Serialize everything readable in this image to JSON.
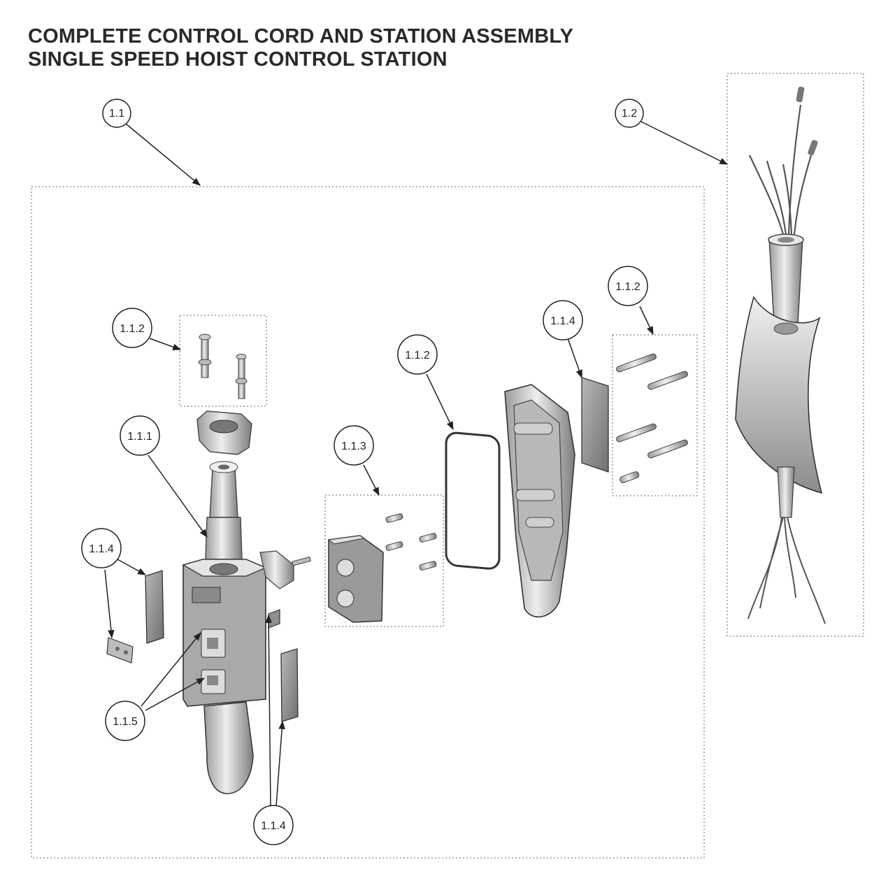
{
  "title": {
    "line1": "COMPLETE CONTROL CORD AND STATION ASSEMBLY",
    "line2": "SINGLE SPEED HOIST CONTROL STATION"
  },
  "callouts": {
    "c_1_1": "1.1",
    "c_1_2": "1.2",
    "c_1_1_1": "1.1.1",
    "c_1_1_2_a": "1.1.2",
    "c_1_1_2_b": "1.1.2",
    "c_1_1_2_c": "1.1.2",
    "c_1_1_3": "1.1.3",
    "c_1_1_4_a": "1.1.4",
    "c_1_1_4_b": "1.1.4",
    "c_1_1_4_c": "1.1.4",
    "c_1_1_5": "1.1.5"
  },
  "colors": {
    "line": "#222222",
    "part_fill": "#d9d9d9",
    "part_dark": "#8a8a8a",
    "dotted_box": "#888888"
  }
}
